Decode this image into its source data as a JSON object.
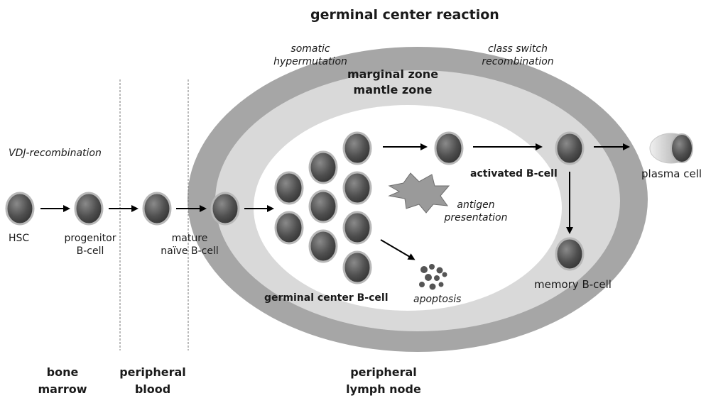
{
  "title": "germinal center reaction",
  "processes": {
    "vdj": "VDJ-recombination",
    "somatic": [
      "somatic",
      "hypermutation"
    ],
    "class_switch": [
      "class switch",
      "recombination"
    ],
    "antigen": [
      "antigen",
      "presentation"
    ],
    "apoptosis": "apoptosis"
  },
  "zones": {
    "marginal": "marginal zone",
    "mantle": "mantle zone"
  },
  "cells": {
    "hsc": "HSC",
    "progenitor": [
      "progenitor",
      "B-cell"
    ],
    "mature": [
      "mature",
      "naïve B-cell"
    ],
    "germinal_center": "germinal center B-cell",
    "activated": "activated B-cell",
    "plasma": "plasma cell",
    "memory": "memory B-cell"
  },
  "regions": {
    "bone_marrow": [
      "bone",
      "marrow"
    ],
    "peripheral_blood": [
      "peripheral",
      "blood"
    ],
    "lymph_node": [
      "peripheral",
      "lymph node"
    ]
  },
  "colors": {
    "outer_ring": "#a6a6a6",
    "mantle_ring": "#d9d9d9",
    "center": "#ffffff",
    "cell_dark": "#4a4a4a",
    "cell_light": "#b0b0b0",
    "arrow": "#000000"
  }
}
